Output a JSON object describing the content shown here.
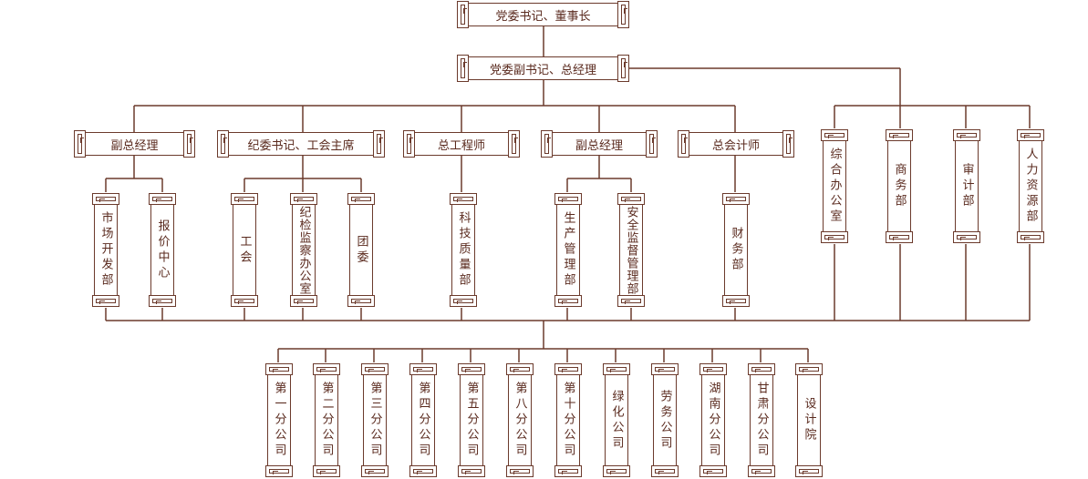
{
  "colors": {
    "line": "#6b3a2c",
    "text": "#5a2a1e",
    "background": "#ffffff"
  },
  "nodes": {
    "chairman": "党委书记、董事长",
    "gm": "党委副书记、总经理",
    "vp1": "副总经理",
    "discipline": "纪委书记、工会主席",
    "chief_engineer": "总工程师",
    "vp2": "副总经理",
    "chief_accountant": "总会计师",
    "general_office": "综合办公室",
    "commerce": "商务部",
    "audit": "审计部",
    "hr": "人力资源部",
    "market_dev": "市场开发部",
    "quotation": "报价中心",
    "union": "工会",
    "discipline_dept": "纪检监察办公室",
    "youth_league": "团委",
    "tech_quality": "科技质量部",
    "production": "生产管理部",
    "safety": "安全监督管理部",
    "finance": "财务部",
    "branch_1": "第一分公司",
    "branch_2": "第二分公司",
    "branch_3": "第三分公司",
    "branch_4": "第四分公司",
    "branch_5": "第五分公司",
    "branch_8": "第八分公司",
    "branch_10": "第十分公司",
    "greening": "绿化公司",
    "labor": "劳务公司",
    "hunan": "湖南分公司",
    "gansu": "甘肃分公司",
    "design": "设计院"
  }
}
